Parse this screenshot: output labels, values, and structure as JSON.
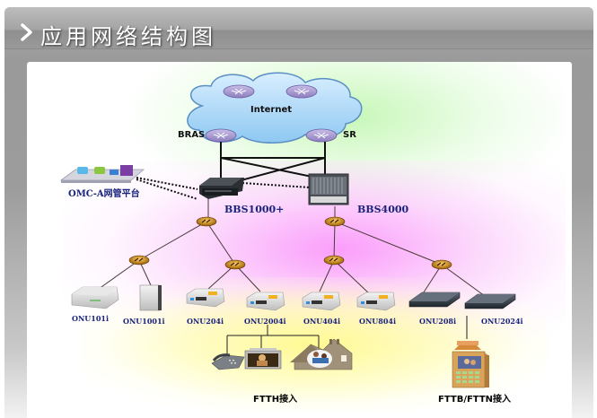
{
  "header": {
    "title": "应用网络结构图",
    "icon": "chevron-right-icon"
  },
  "diagram": {
    "cloud": {
      "label": "Internet",
      "routers": [
        "router-top-left",
        "router-top-right"
      ]
    },
    "edge_routers": [
      {
        "id": "bras",
        "label": "BRAS"
      },
      {
        "id": "sr",
        "label": "SR"
      }
    ],
    "management": {
      "label": "OMC-A网管平台"
    },
    "olts": [
      {
        "id": "bbs1000",
        "label": "BBS1000+"
      },
      {
        "id": "bbs4000",
        "label": "BBS4000"
      }
    ],
    "onus": [
      {
        "label": "ONU101i",
        "type": "box"
      },
      {
        "label": "ONU1001i",
        "type": "upright"
      },
      {
        "label": "ONU204i",
        "type": "small"
      },
      {
        "label": "ONU2004i",
        "type": "small"
      },
      {
        "label": "ONU404i",
        "type": "small"
      },
      {
        "label": "ONU804i",
        "type": "small"
      },
      {
        "label": "ONU208i",
        "type": "rack"
      },
      {
        "label": "ONU2024i",
        "type": "rack"
      }
    ],
    "access": [
      {
        "label": "FTTH接入",
        "endpoints": [
          "phone",
          "tv",
          "home"
        ]
      },
      {
        "label": "FTTB/FTTN接入",
        "endpoints": [
          "building"
        ]
      }
    ]
  }
}
